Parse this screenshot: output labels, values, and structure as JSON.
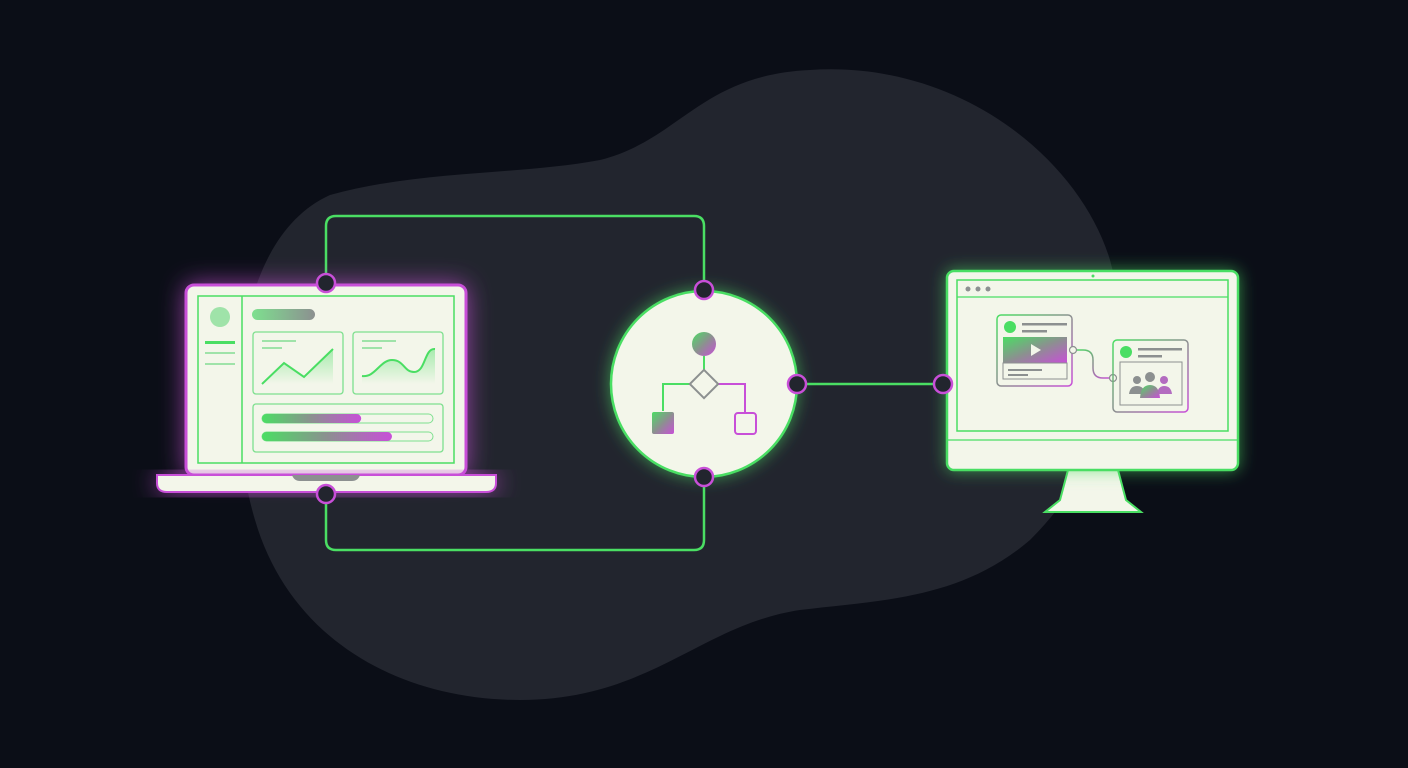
{
  "colors": {
    "background": "#0b0e17",
    "blob": "#22252e",
    "accent_green": "#4ade63",
    "accent_magenta": "#c84fd8",
    "panel": "#f3f6ea",
    "muted": "#8c9090"
  },
  "laptop": {
    "icons": [
      "avatar-circle",
      "line-chart-icon",
      "wave-chart-icon"
    ],
    "progress": [
      0.58,
      0.76
    ]
  },
  "workflow_hub": {
    "icons": [
      "start-node-icon",
      "decision-diamond-icon",
      "filled-square-node-icon",
      "outline-square-node-icon"
    ]
  },
  "monitor": {
    "icons": [
      "window-dots-icon",
      "video-play-icon",
      "users-group-icon"
    ]
  }
}
